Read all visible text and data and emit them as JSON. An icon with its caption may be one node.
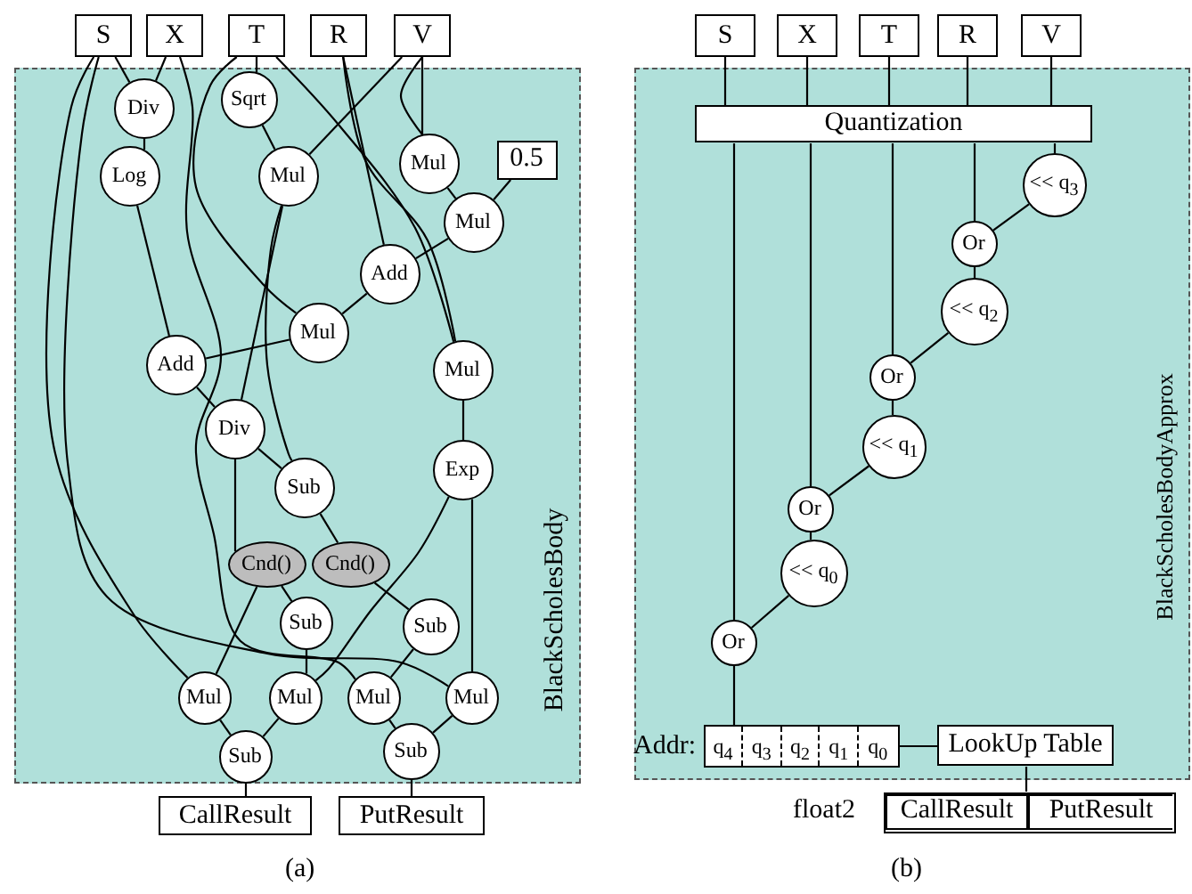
{
  "diagram": {
    "nodes": [
      {
        "text": [
          "BlackScholesBody"
        ]
      },
      {
        "text": [
          "S"
        ]
      },
      {
        "text": [
          "X"
        ]
      },
      {
        "text": [
          "T"
        ]
      },
      {
        "text": [
          "R"
        ]
      },
      {
        "text": [
          "V"
        ]
      },
      {
        "text": [
          "Div"
        ],
        "in": 0
      },
      {
        "text": [
          "Sqrt"
        ],
        "in": 0
      },
      {
        "text": [
          "Log"
        ],
        "in": 0
      },
      {
        "text": [
          "Mul"
        ],
        "in": 0
      },
      {
        "text": [
          "Mul"
        ],
        "in": 0
      },
      {
        "text": [
          "0.5"
        ],
        "in": 0
      },
      {
        "text": [
          "Mul"
        ],
        "in": 0
      },
      {
        "text": [
          "Add"
        ],
        "in": 0
      },
      {
        "text": [
          "Mul"
        ],
        "in": 0
      },
      {
        "text": [
          "Add"
        ],
        "in": 0
      },
      {
        "text": [
          "Mul"
        ],
        "in": 0
      },
      {
        "text": [
          "Div"
        ],
        "in": 0
      },
      {
        "text": [
          "Exp"
        ],
        "in": 0
      },
      {
        "text": [
          "Sub"
        ],
        "in": 0
      },
      {
        "text": [
          "Cnd()"
        ],
        "in": 0
      },
      {
        "text": [
          "Cnd()"
        ],
        "in": 0
      },
      {
        "text": [
          "Sub"
        ],
        "in": 0
      },
      {
        "text": [
          "Sub"
        ],
        "in": 0
      },
      {
        "text": [
          "Mul"
        ],
        "in": 0
      },
      {
        "text": [
          "Mul"
        ],
        "in": 0
      },
      {
        "text": [
          "Mul"
        ],
        "in": 0
      },
      {
        "text": [
          "Mul"
        ],
        "in": 0
      },
      {
        "text": [
          "Sub"
        ],
        "in": 0
      },
      {
        "text": [
          "Sub"
        ],
        "in": 0
      },
      {
        "text": [
          "CallResult"
        ]
      },
      {
        "text": [
          "PutResult"
        ]
      },
      {
        "text": [
          "BlackScholesBodyApprox"
        ]
      },
      {
        "text": [
          "S"
        ]
      },
      {
        "text": [
          "X"
        ]
      },
      {
        "text": [
          "T"
        ]
      },
      {
        "text": [
          "R"
        ]
      },
      {
        "text": [
          "V"
        ]
      },
      {
        "text": [
          "Quantization"
        ],
        "in": 32
      },
      {
        "text": [
          "<< q$_{3}$"
        ],
        "in": 32
      },
      {
        "text": [
          "Or"
        ],
        "in": 32
      },
      {
        "text": [
          "<< q$_{2}$"
        ],
        "in": 32
      },
      {
        "text": [
          "Or"
        ],
        "in": 32
      },
      {
        "text": [
          "<< q$_{1}$"
        ],
        "in": 32
      },
      {
        "text": [
          "Or"
        ],
        "in": 32
      },
      {
        "text": [
          "<< q$_{0}$"
        ],
        "in": 32
      },
      {
        "text": [
          "Or"
        ],
        "in": 32
      },
      {
        "text": [
          "Addr:",
          "q$_{4}$",
          "q$_{3}$",
          "q$_{2}$",
          "q$_{1}$",
          "q$_{0}$"
        ],
        "in": 32
      },
      {
        "text": [
          "LookUp Table"
        ],
        "in": 32
      },
      {
        "text": [
          "float2"
        ]
      },
      {
        "text": [
          "CallResult"
        ],
        "in": 49
      },
      {
        "text": [
          "PutResult"
        ],
        "in": 49
      }
    ],
    "edges": [
      {
        "from": 1,
        "to": 6,
        "arrow": "none"
      },
      {
        "from": 2,
        "to": 6,
        "arrow": "none"
      },
      {
        "from": 6,
        "to": 8,
        "arrow": "none"
      },
      {
        "from": 3,
        "to": 7,
        "arrow": "none"
      },
      {
        "from": 7,
        "to": 9,
        "arrow": "none"
      },
      {
        "from": 5,
        "to": 9,
        "arrow": "none"
      },
      {
        "from": 5,
        "to": 10,
        "arrow": "none"
      },
      {
        "from": 5,
        "to": 10,
        "arrow": "none"
      },
      {
        "from": 10,
        "to": 12,
        "arrow": "none"
      },
      {
        "from": 11,
        "to": 12,
        "arrow": "none"
      },
      {
        "from": 12,
        "to": 13,
        "arrow": "none"
      },
      {
        "from": 4,
        "to": 13,
        "arrow": "none"
      },
      {
        "from": 13,
        "to": 14,
        "arrow": "none"
      },
      {
        "from": 3,
        "to": 14,
        "arrow": "none"
      },
      {
        "from": 8,
        "to": 15,
        "arrow": "none"
      },
      {
        "from": 14,
        "to": 15,
        "arrow": "none"
      },
      {
        "from": 15,
        "to": 17,
        "arrow": "none"
      },
      {
        "from": 9,
        "to": 17,
        "arrow": "none"
      },
      {
        "from": 17,
        "to": 19,
        "arrow": "none"
      },
      {
        "from": 9,
        "to": 19,
        "arrow": "none"
      },
      {
        "from": 4,
        "to": 16,
        "arrow": "none"
      },
      {
        "from": 3,
        "to": 16,
        "arrow": "none"
      },
      {
        "from": 16,
        "to": 18,
        "arrow": "none"
      },
      {
        "from": 17,
        "to": 20,
        "arrow": "none"
      },
      {
        "from": 19,
        "to": 21,
        "arrow": "none"
      },
      {
        "from": 20,
        "to": 22,
        "arrow": "none"
      },
      {
        "from": 21,
        "to": 23,
        "arrow": "none"
      },
      {
        "from": 1,
        "to": 24,
        "arrow": "none"
      },
      {
        "from": 20,
        "to": 24,
        "arrow": "none"
      },
      {
        "from": 18,
        "to": 25,
        "arrow": "none"
      },
      {
        "from": 22,
        "to": 25,
        "arrow": "none"
      },
      {
        "from": 2,
        "to": 26,
        "arrow": "none"
      },
      {
        "from": 23,
        "to": 26,
        "arrow": "none"
      },
      {
        "from": 1,
        "to": 27,
        "arrow": "none"
      },
      {
        "from": 18,
        "to": 27,
        "arrow": "none"
      },
      {
        "from": 24,
        "to": 28,
        "arrow": "none"
      },
      {
        "from": 25,
        "to": 28,
        "arrow": "none"
      },
      {
        "from": 26,
        "to": 29,
        "arrow": "none"
      },
      {
        "from": 27,
        "to": 29,
        "arrow": "none"
      },
      {
        "from": 28,
        "to": 30,
        "arrow": "none"
      },
      {
        "from": 29,
        "to": 31,
        "arrow": "none"
      },
      {
        "from": 33,
        "to": 38,
        "arrow": "none"
      },
      {
        "from": 34,
        "to": 38,
        "arrow": "none"
      },
      {
        "from": 35,
        "to": 38,
        "arrow": "none"
      },
      {
        "from": 36,
        "to": 38,
        "arrow": "none"
      },
      {
        "from": 37,
        "to": 38,
        "arrow": "none"
      },
      {
        "from": 38,
        "to": 39,
        "arrow": "none"
      },
      {
        "from": 39,
        "to": 40,
        "arrow": "none"
      },
      {
        "from": 38,
        "to": 40,
        "arrow": "none"
      },
      {
        "from": 40,
        "to": 41,
        "arrow": "none"
      },
      {
        "from": 41,
        "to": 42,
        "arrow": "none"
      },
      {
        "from": 38,
        "to": 42,
        "arrow": "none"
      },
      {
        "from": 42,
        "to": 43,
        "arrow": "none"
      },
      {
        "from": 43,
        "to": 44,
        "arrow": "none"
      },
      {
        "from": 38,
        "to": 44,
        "arrow": "none"
      },
      {
        "from": 44,
        "to": 45,
        "arrow": "none"
      },
      {
        "from": 45,
        "to": 46,
        "arrow": "none"
      },
      {
        "from": 38,
        "to": 46,
        "arrow": "none"
      },
      {
        "from": 46,
        "to": 47,
        "arrow": "none"
      },
      {
        "from": 47,
        "to": 48,
        "arrow": "none"
      },
      {
        "from": 48,
        "to": 49,
        "arrow": "none"
      }
    ],
    "labels": [
      "(a)",
      "(b)"
    ]
  }
}
